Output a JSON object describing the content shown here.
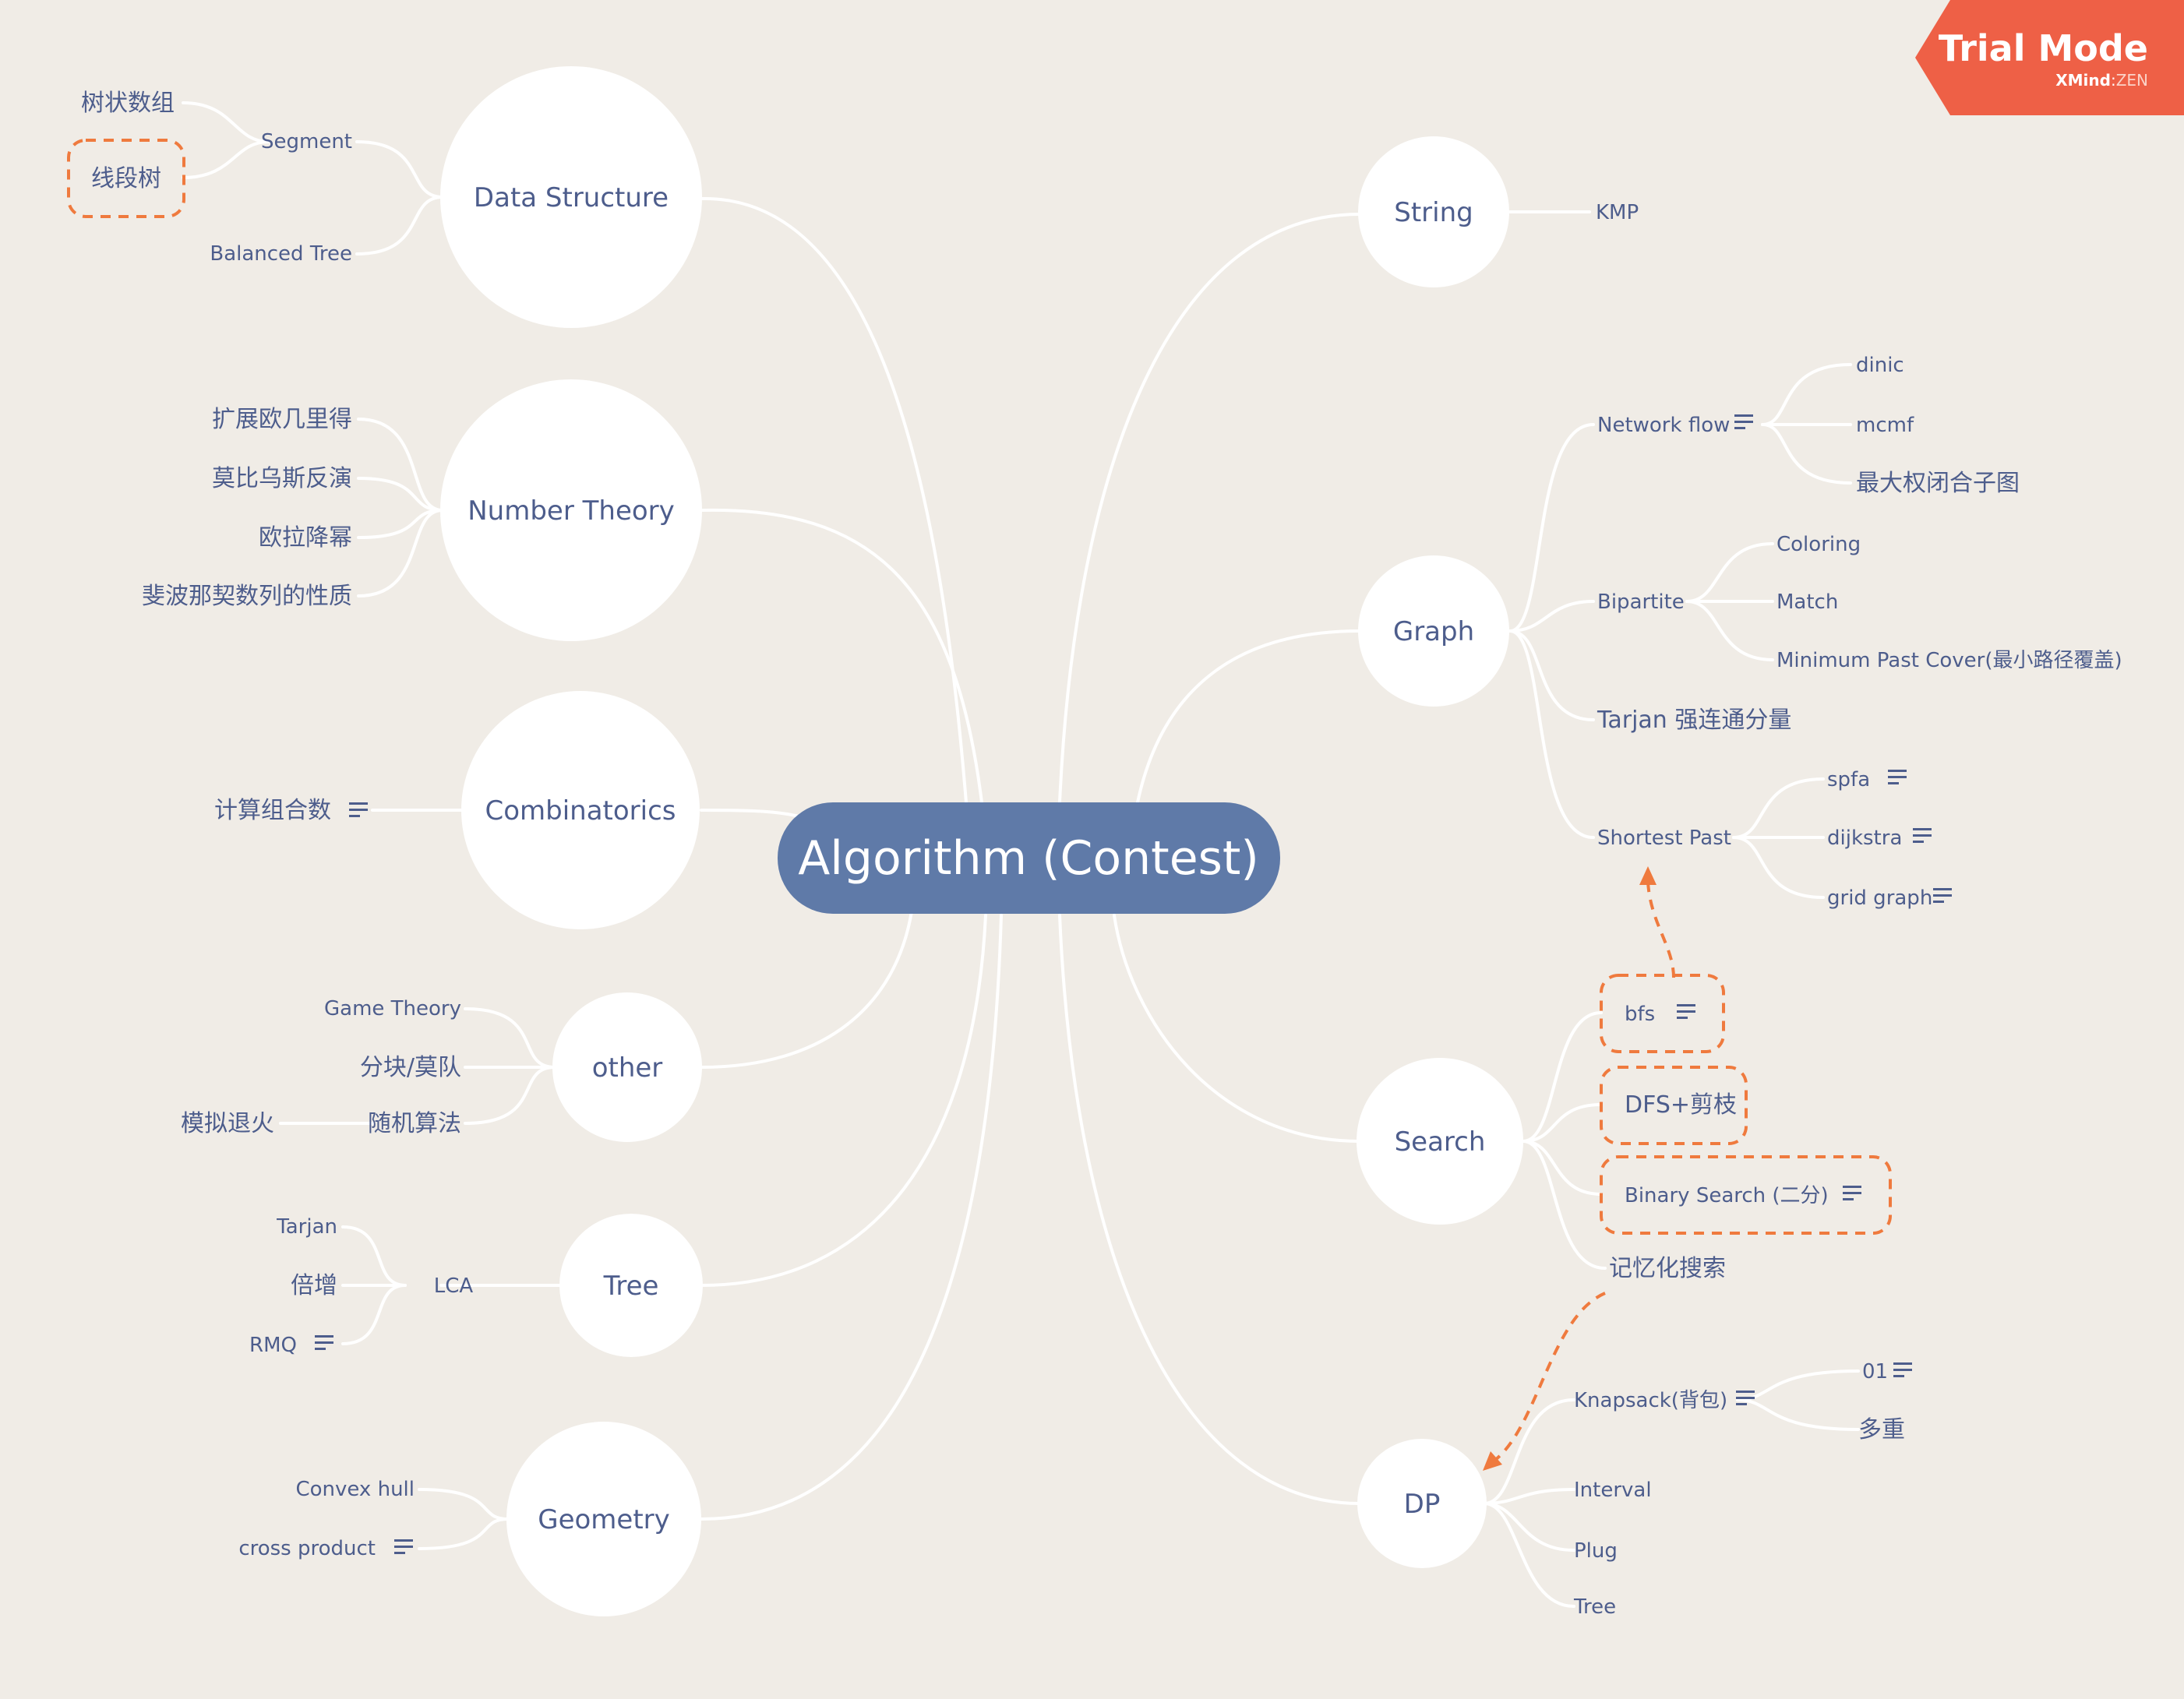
{
  "trial": {
    "title": "Trial Mode",
    "sub_brand": "XMind",
    "sub_edition": "ZEN",
    "color": "#ee6046"
  },
  "colors": {
    "background": "#f0ece6",
    "root": "#5f7aa8",
    "text": "#4d5d8c",
    "highlight": "#ef7a3e",
    "lines": "#ffffff"
  },
  "root": {
    "label": "Algorithm (Contest)"
  },
  "left": {
    "data_structure": {
      "label": "Data Structure",
      "segment": "Segment",
      "fenwick": "树状数组",
      "segment_tree": "线段树",
      "balanced_tree": "Balanced Tree"
    },
    "number_theory": {
      "label": "Number Theory",
      "items": [
        "扩展欧几里得",
        "莫比乌斯反演",
        "欧拉降幂",
        "斐波那契数列的性质"
      ]
    },
    "combinatorics": {
      "label": "Combinatorics",
      "item": "计算组合数"
    },
    "other": {
      "label": "other",
      "game_theory": "Game Theory",
      "blocks": "分块/莫队",
      "random": "随机算法",
      "annealing": "模拟退火"
    },
    "tree": {
      "label": "Tree",
      "lca": "LCA",
      "tarjan": "Tarjan",
      "doubling": "倍增",
      "rmq": "RMQ"
    },
    "geometry": {
      "label": "Geometry",
      "convex_hull": "Convex hull",
      "cross_product": "cross product"
    }
  },
  "right": {
    "string": {
      "label": "String",
      "kmp": "KMP"
    },
    "graph": {
      "label": "Graph",
      "network_flow": "Network flow",
      "dinic": "dinic",
      "mcmf": "mcmf",
      "max_closure": "最大权闭合子图",
      "bipartite": "Bipartite",
      "coloring": "Coloring",
      "match": "Match",
      "min_path_cover": "Minimum Past Cover(最小路径覆盖)",
      "tarjan_scc": "Tarjan 强连通分量",
      "shortest_past": "Shortest Past",
      "spfa": "spfa",
      "dijkstra": "dijkstra",
      "grid_graph": "grid graph"
    },
    "search": {
      "label": "Search",
      "bfs": "bfs",
      "dfs": "DFS+剪枝",
      "binary": "Binary Search (二分)",
      "memo": "记忆化搜索"
    },
    "dp": {
      "label": "DP",
      "knapsack": "Knapsack(背包)",
      "k01": "01",
      "multi": "多重",
      "interval": "Interval",
      "plug": "Plug",
      "tree": "Tree"
    }
  }
}
